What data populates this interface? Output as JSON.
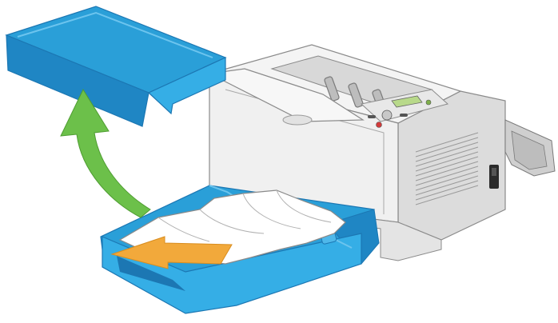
{
  "illustration": {
    "subject": "printer",
    "steps": [
      "remove-paper-tray-cover",
      "pull-jammed-paper-from-tray"
    ]
  },
  "colors": {
    "tray_blue": "#2a9fd8",
    "tray_blue_dark": "#1c77b3",
    "tray_blue_light": "#6cc4ee",
    "arrow_green": "#6cc04a",
    "arrow_orange": "#f2a93b",
    "printer_body": "#f1f1f1",
    "printer_outline": "#8a8a8a",
    "printer_shadow": "#c9c9c9",
    "paper": "#ffffff",
    "display_green": "#b8d98a"
  },
  "icons": {
    "lift_arrow": "curved-up-arrow-icon",
    "pull_arrow": "left-arrow-icon"
  }
}
